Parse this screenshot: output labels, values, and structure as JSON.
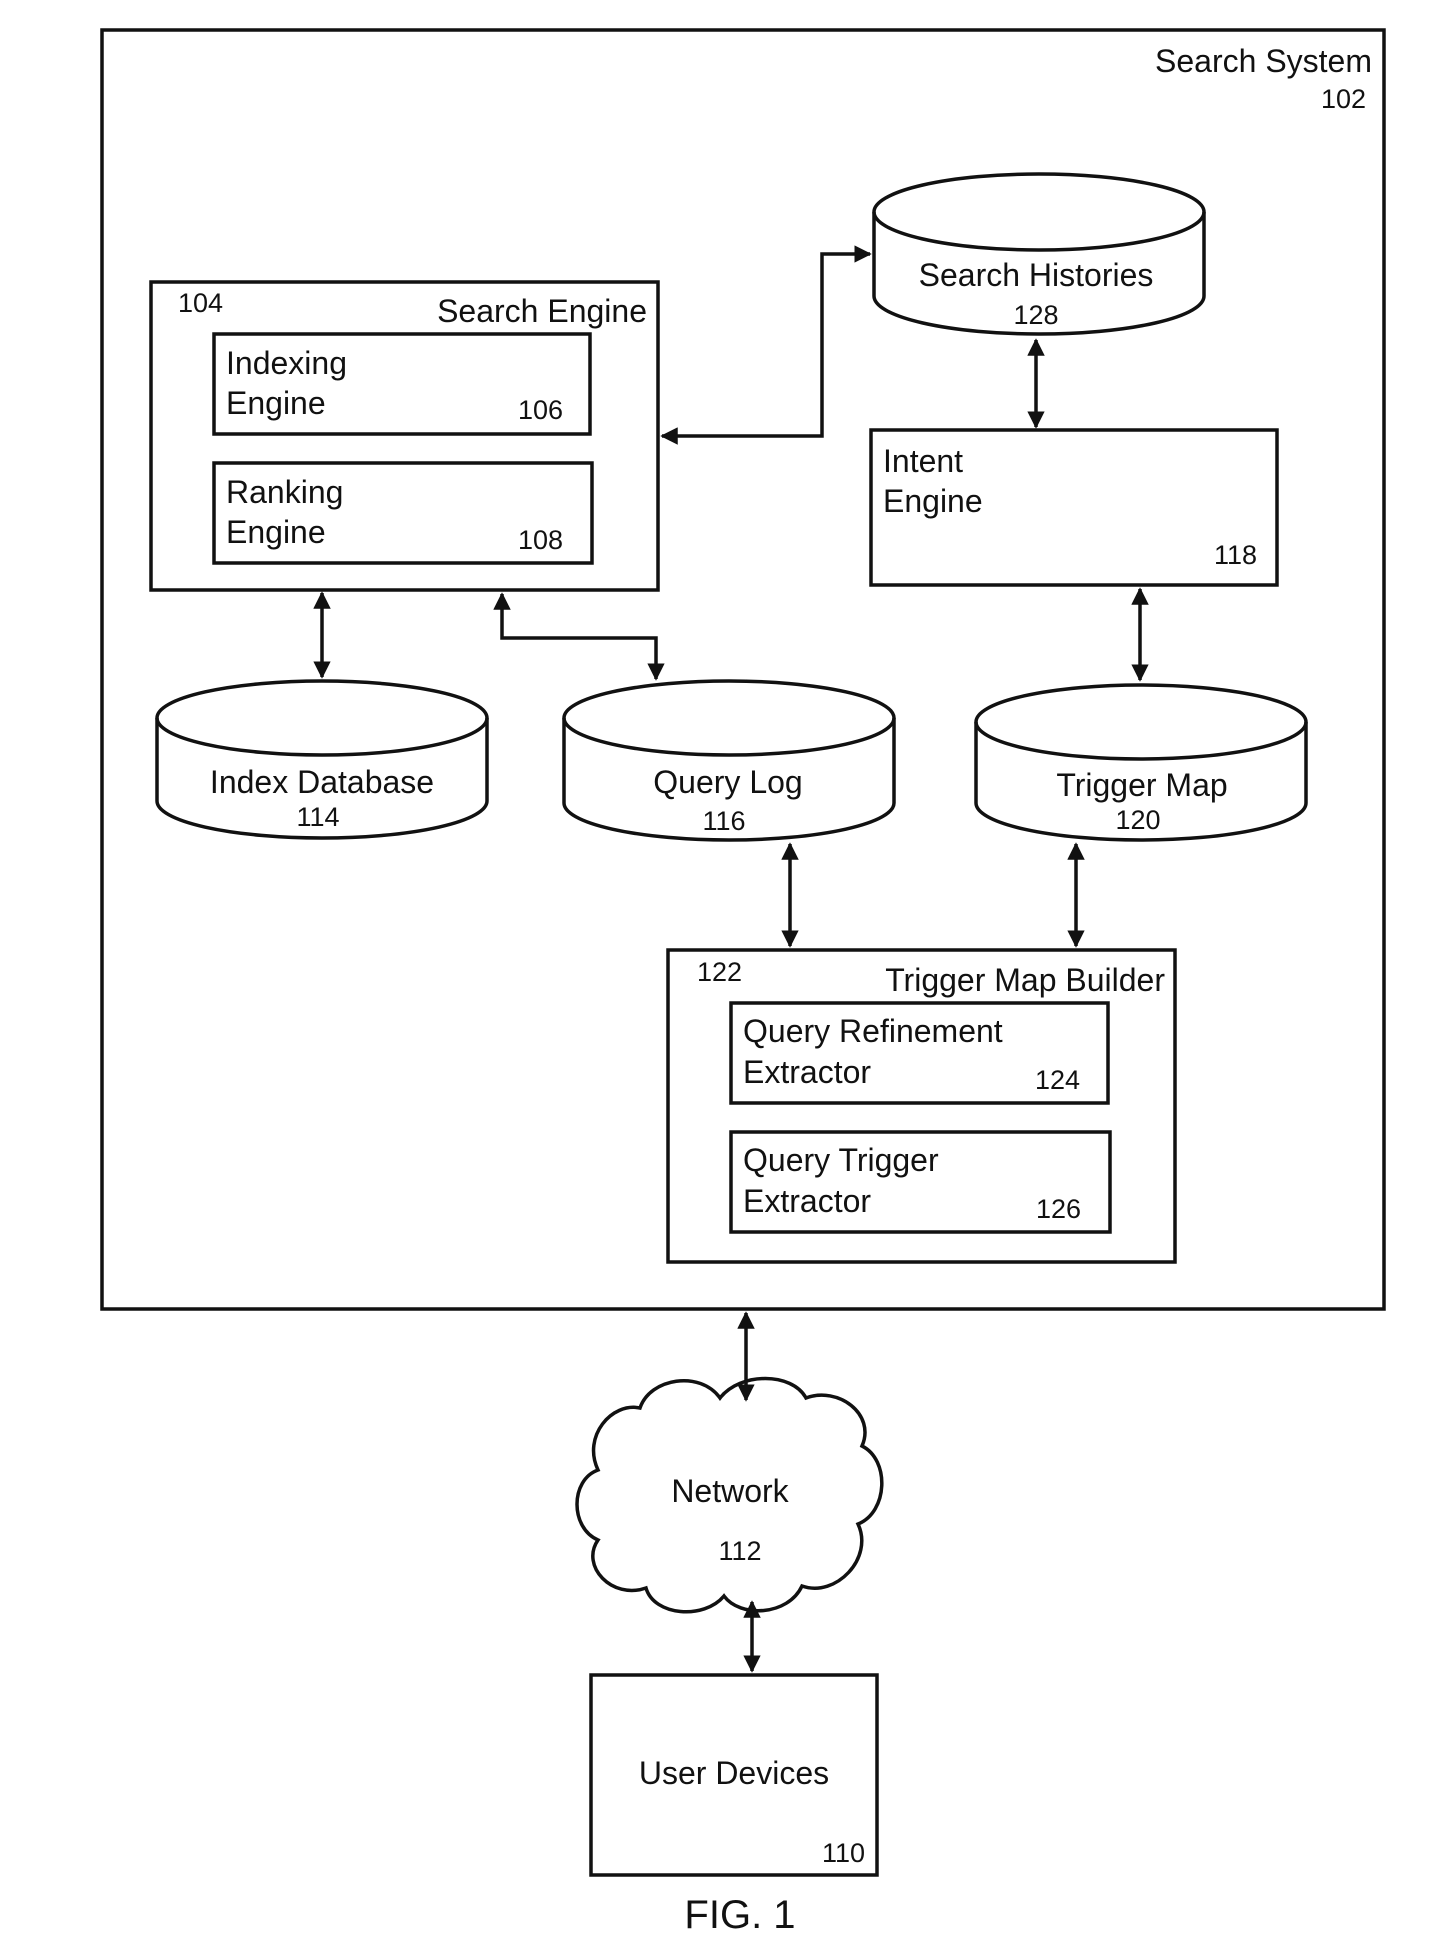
{
  "search_system": {
    "label": "Search System",
    "ref": "102"
  },
  "search_engine": {
    "label": "Search Engine",
    "ref": "104"
  },
  "indexing_engine": {
    "line1": "Indexing",
    "line2": "Engine",
    "ref": "106"
  },
  "ranking_engine": {
    "line1": "Ranking",
    "line2": "Engine",
    "ref": "108"
  },
  "search_histories": {
    "label": "Search Histories",
    "ref": "128"
  },
  "intent_engine": {
    "line1": "Intent",
    "line2": "Engine",
    "ref": "118"
  },
  "index_database": {
    "label": "Index Database",
    "ref": "114"
  },
  "query_log": {
    "label": "Query Log",
    "ref": "116"
  },
  "trigger_map": {
    "label": "Trigger Map",
    "ref": "120"
  },
  "trigger_map_builder": {
    "label": "Trigger Map Builder",
    "ref": "122"
  },
  "query_refinement_extractor": {
    "line1": "Query Refinement",
    "line2": "Extractor",
    "ref": "124"
  },
  "query_trigger_extractor": {
    "line1": "Query Trigger",
    "line2": "Extractor",
    "ref": "126"
  },
  "network": {
    "label": "Network",
    "ref": "112"
  },
  "user_devices": {
    "label": "User Devices",
    "ref": "110"
  },
  "figure_caption": "FIG. 1"
}
